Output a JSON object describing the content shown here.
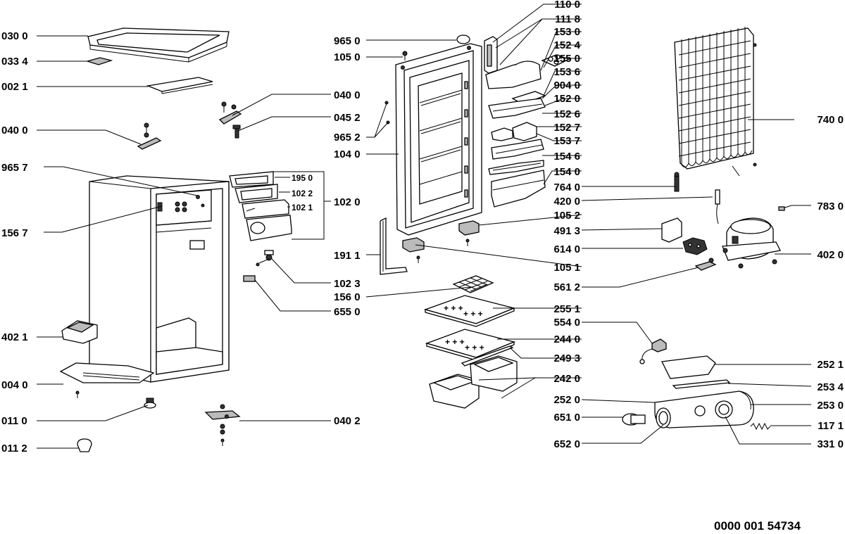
{
  "labels": [
    "030 0",
    "033 4",
    "002 1",
    "040 0",
    "965 7",
    "156 7",
    "402 1",
    "004 0",
    "011 0",
    "011 2",
    "040 0",
    "045 2",
    "102 0",
    "102 3",
    "655 0",
    "040 2",
    "195 0",
    "102 2",
    "102 1",
    "965 0",
    "105 0",
    "965 2",
    "104 0",
    "191 1",
    "156 0",
    "255 1",
    "244 0",
    "249 3",
    "242 0",
    "105 1",
    "110 0",
    "111 8",
    "153 0",
    "152 4",
    "155 0",
    "153 6",
    "904 0",
    "152 0",
    "152 6",
    "152 7",
    "153 7",
    "154 6",
    "154 0",
    "105 2",
    "764 0",
    "420 0",
    "491 3",
    "614 0",
    "561 2",
    "554 0",
    "252 0",
    "651 0",
    "652 0",
    "740 0",
    "783 0",
    "402 0",
    "252 1",
    "253 4",
    "253 0",
    "117 1",
    "331 0"
  ],
  "doc_number": "0000 001 54734"
}
